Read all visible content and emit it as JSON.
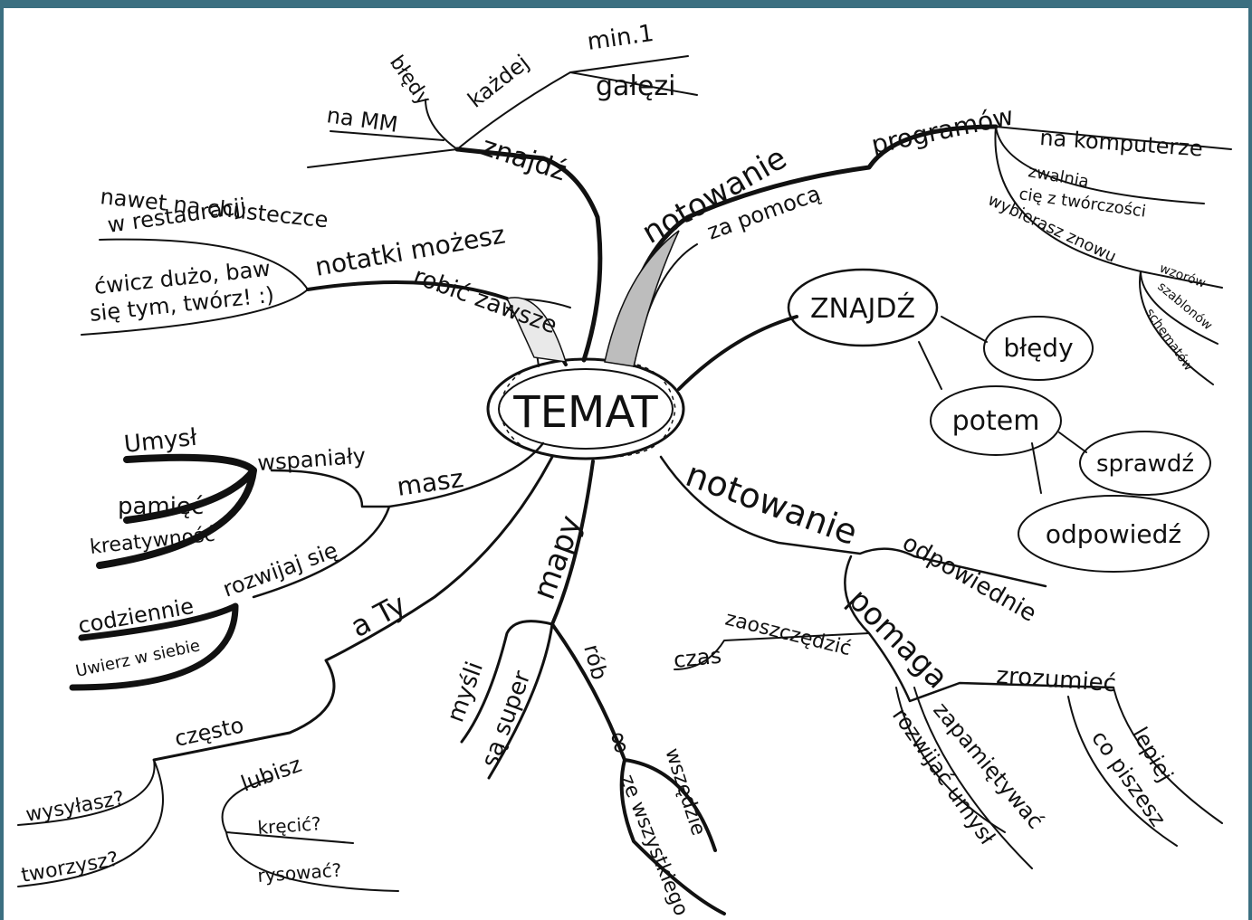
{
  "center": {
    "label": "TEMAT"
  },
  "top": {
    "znajdz": "znajdź",
    "na_mm": "na MM",
    "bledy": "błędy",
    "kazdej": "każdej",
    "min1": "min.1",
    "galezi": "gałęzi"
  },
  "notatki": {
    "main": "notatki możesz",
    "sub": "robić zawsze",
    "nawet": "nawet na chusteczce",
    "w_rest": "w restauracji",
    "cwicz1": "ćwicz dużo, baw",
    "cwicz2": "się tym, twórz! :)"
  },
  "notowanie_top": {
    "main": "notowanie",
    "za_pomoca": "za pomocą",
    "programow": "programów",
    "na_komputerze": "na komputerze",
    "zwalnia": "zwalnia",
    "cie_z": "cię z twórczości",
    "wybierasz": "wybierasz znowu",
    "wzorow": "wzorów",
    "szablonow": "szablonów",
    "schematow": "schematów"
  },
  "bubbles": {
    "znajdz": "ZNAJDŹ",
    "bledy": "błędy",
    "potem": "potem",
    "sprawdz": "sprawdź",
    "odpowiedz": "odpowiedź"
  },
  "masz": {
    "main": "masz",
    "wspanialy": "wspaniały",
    "umysl": "Umysł",
    "pamiec": "pamięć",
    "kreatywnosc": "kreatywność",
    "rozwijaj": "rozwijaj się",
    "codziennie": "codziennie",
    "uwierz": "Uwierz w siebie"
  },
  "aty": {
    "main": "a Ty",
    "czesto": "często",
    "wysylasz": "wysyłasz?",
    "tworzysz": "tworzysz?",
    "lubisz": "lubisz",
    "krecic": "kręcić?",
    "rysowac": "rysować?"
  },
  "mapy": {
    "main": "mapy",
    "mysli": "myśli",
    "sa_super": "są super",
    "rob": "rób",
    "inf": "∞",
    "wszedzie": "wszędzie",
    "ze_wszystkiego": "ze wszystkiego"
  },
  "notowanie_bottom": {
    "main": "notowanie",
    "odpowiednie": "odpowiednie",
    "pomaga": "pomaga",
    "zaoszczedzic": "zaoszczędzić",
    "czas": "czas",
    "zrozumiec": "zrozumieć",
    "zapamietywac": "zapamiętywać",
    "rozwijac": "rozwijać umysł",
    "lepiej": "lepiej",
    "co_piszesz": "co piszesz"
  },
  "colors": {
    "frame": "#3b6f80",
    "ink": "#111111",
    "paper": "#ffffff"
  }
}
